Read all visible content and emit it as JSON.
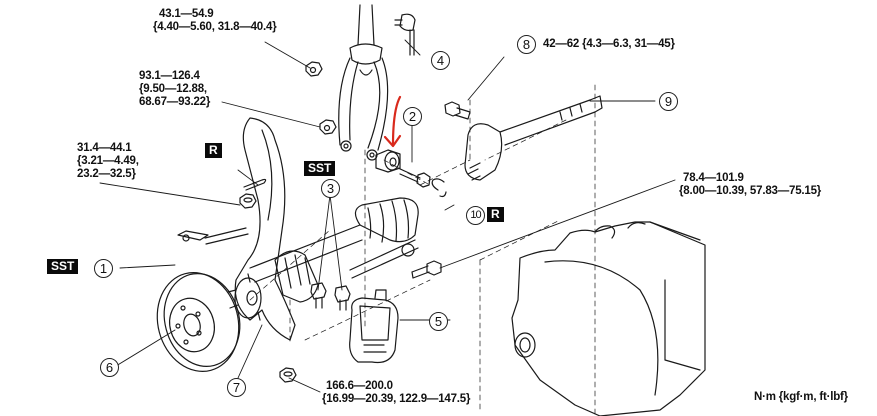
{
  "diagram": {
    "title": "Front drive shaft / knuckle exploded view",
    "units_legend": "N·m {kgf·m, ft·lbf}",
    "highlight_color": "#d9291c",
    "torque_specs": [
      {
        "id": "t-4",
        "line1": "43.1—54.9",
        "line2": "{4.40—5.60, 31.8—40.4}"
      },
      {
        "id": "t-upper-nut",
        "line1": "93.1—126.4",
        "line2": "{9.50—12.88,",
        "line3": "68.67—93.22}"
      },
      {
        "id": "t-tie-rod-nut",
        "line1": "31.4—44.1",
        "line2": "{3.21—4.49,",
        "line3": "23.2—32.5}"
      },
      {
        "id": "t-8",
        "line1": "42—62 {4.3—6.3, 31—45}"
      },
      {
        "id": "t-caliper-bolt",
        "line1": "78.4—101.9",
        "line2": "{8.00—10.39, 57.83—75.15}"
      },
      {
        "id": "t-hub-nut",
        "line1": "166.6—200.0",
        "line2": "{16.99—20.39, 122.9—147.5}"
      }
    ],
    "callouts": [
      "1",
      "2",
      "3",
      "4",
      "5",
      "6",
      "7",
      "8",
      "9",
      "10"
    ],
    "tags": {
      "sst": "SST",
      "replace": "R"
    }
  }
}
